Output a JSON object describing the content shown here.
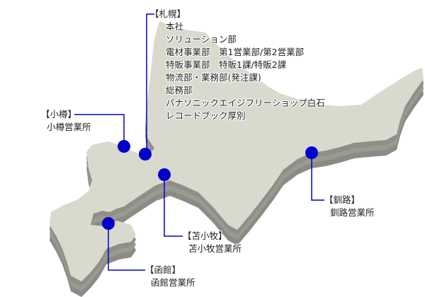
{
  "colors": {
    "land": "#d9d9ce",
    "side": "#8b8b84",
    "marker": "#0000cc",
    "line": "#0000cc"
  },
  "offices": {
    "sapporo": {
      "title": "【札幌】",
      "items": [
        "本社",
        "ソリューション部",
        "電材事業部　第1営業部/第2営業部",
        "特販事業部　特販1課/特販2課",
        "物流部・業務部(発注課)",
        "総務部",
        "パナソニックエイジフリーショップ白石",
        "レコードブック厚別"
      ]
    },
    "otaru": {
      "title": "【小樽】",
      "items": [
        "小樽営業所"
      ]
    },
    "tomakomai": {
      "title": "【苫小牧】",
      "items": [
        "苫小牧営業所"
      ]
    },
    "hakodate": {
      "title": "【函館】",
      "items": [
        "函館営業所"
      ]
    },
    "kushiro": {
      "title": "【釧路】",
      "items": [
        "釧路営業所"
      ]
    }
  }
}
